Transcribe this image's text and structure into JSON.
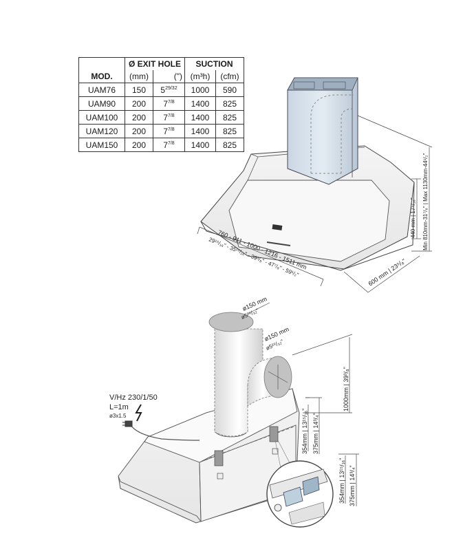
{
  "table": {
    "col_model": "MOD.",
    "group_exit": "Ø EXIT HOLE",
    "group_suction": "SUCTION",
    "unit_mm": "(mm)",
    "unit_in": "(\")",
    "unit_m3h": "(m³h)",
    "unit_cfm": "(cfm)",
    "rows": [
      {
        "model": "UAM76",
        "mm": "150",
        "in_whole": "5",
        "in_frac": "29/32",
        "m3h": "1000",
        "cfm": "590"
      },
      {
        "model": "UAM90",
        "mm": "200",
        "in_whole": "7",
        "in_frac": "7/8",
        "m3h": "1400",
        "cfm": "825"
      },
      {
        "model": "UAM100",
        "mm": "200",
        "in_whole": "7",
        "in_frac": "7/8",
        "m3h": "1400",
        "cfm": "825"
      },
      {
        "model": "UAM120",
        "mm": "200",
        "in_whole": "7",
        "in_frac": "7/8",
        "m3h": "1400",
        "cfm": "825"
      },
      {
        "model": "UAM150",
        "mm": "200",
        "in_whole": "7",
        "in_frac": "7/8",
        "m3h": "1400",
        "cfm": "825"
      }
    ]
  },
  "top_drawing": {
    "width_mm": "760 - 911 - 1000 - 1216 - 1511 mm",
    "width_in": "29¹⁵/₁₆\" - 35¹⁵/₁₆\" - 39³/₈\" - 47⁷/₈\" - 59¹/₂\"",
    "depth": "600 mm | 23⁵/₈\"",
    "hood_height": "440 mm | 17⁵/₁₆\"",
    "total_height": "Min 810mm-31⁷/₈\" | Max 1130mm-44¹/₂\""
  },
  "bottom_drawing": {
    "duct_top_mm": "ø150 mm",
    "duct_top_in": "ø5²⁹/₃₂\"",
    "duct_side_mm": "ø150 mm",
    "duct_side_in": "ø5²⁹/₃₂\"",
    "electrical_voltage": "V/Hz 230/1/50",
    "electrical_length": "L=1m",
    "electrical_cable": "ø3x1.5",
    "duct_height": "1000mm | 39³/₈\"",
    "bracket_min": "354mm | 13¹⁵/₁₆\"",
    "bracket_max": "375mm | 14³/₄\"",
    "detail_min": "354mm | 13¹⁵/₁₆\"",
    "detail_max": "375mm | 14³/₄\""
  }
}
